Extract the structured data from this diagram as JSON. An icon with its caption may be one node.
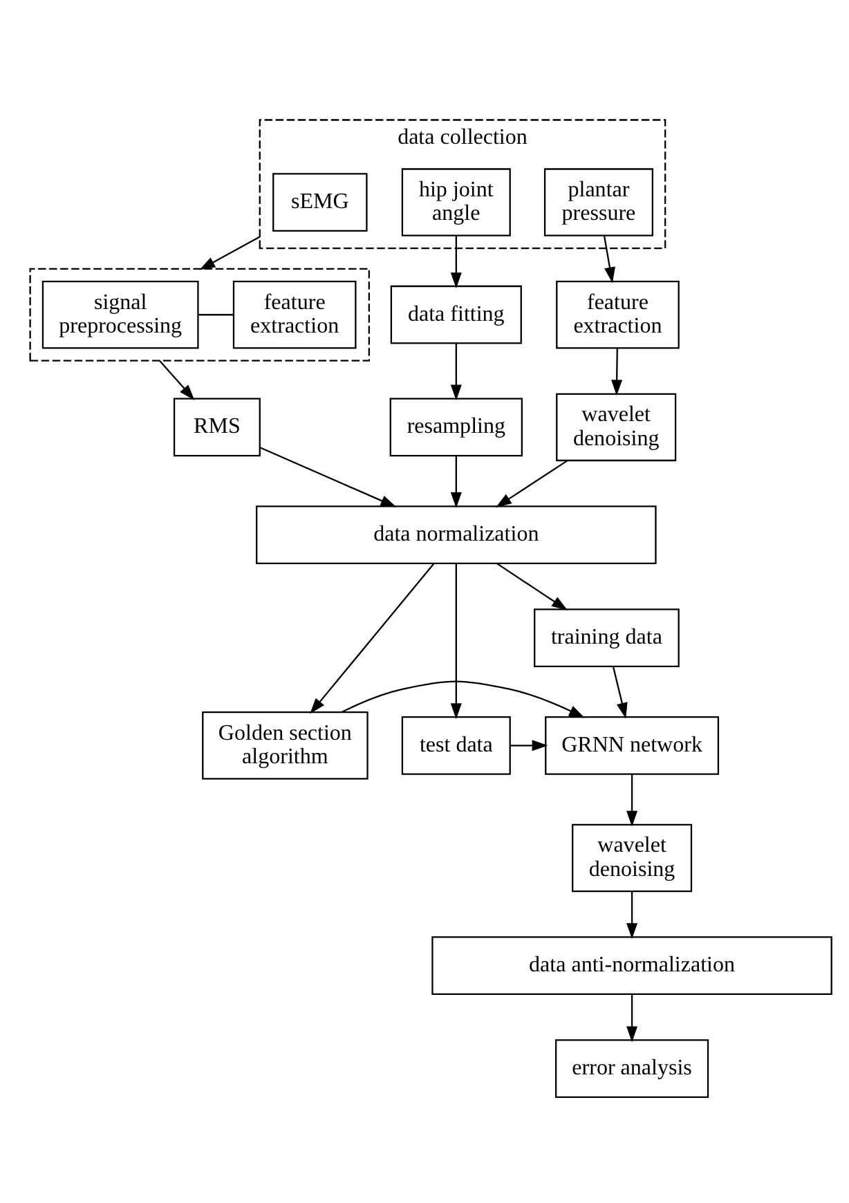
{
  "diagram": {
    "nodes": [
      {
        "text": [
          "data collection"
        ]
      },
      {
        "text": [
          "sEMG"
        ],
        "in": 0
      },
      {
        "text": [
          "hip joint angle"
        ],
        "in": 0
      },
      {
        "text": [
          "plantar pressure"
        ],
        "in": 0
      },
      {
        "text": [],
        "shape": "box"
      },
      {
        "text": [
          "signal preprocessing"
        ],
        "in": 4
      },
      {
        "text": [
          "feature extraction"
        ],
        "in": 4
      },
      {
        "text": [
          "data fitting"
        ]
      },
      {
        "text": [
          "feature extraction"
        ]
      },
      {
        "text": [
          "RMS"
        ]
      },
      {
        "text": [
          "resampling"
        ]
      },
      {
        "text": [
          "wavelet denoising"
        ]
      },
      {
        "text": [
          "data normalization"
        ]
      },
      {
        "text": [
          "training data"
        ]
      },
      {
        "text": [
          "Golden section algorithm"
        ]
      },
      {
        "text": [
          "GRNN network"
        ]
      },
      {
        "text": [
          "test data"
        ]
      },
      {
        "text": [
          "wavelet denoising"
        ]
      },
      {
        "text": [
          "data anti-normalization"
        ]
      },
      {
        "text": [
          "error analysis"
        ]
      }
    ],
    "edges": [
      {
        "from": 0,
        "to": 4,
        "arrow": "to"
      },
      {
        "from": 2,
        "to": 7,
        "arrow": "to"
      },
      {
        "from": 3,
        "to": 8,
        "arrow": "to"
      },
      {
        "from": 5,
        "to": 6,
        "arrow": "none"
      },
      {
        "from": 4,
        "to": 9,
        "arrow": "to"
      },
      {
        "from": 7,
        "to": 10,
        "arrow": "to"
      },
      {
        "from": 8,
        "to": 11,
        "arrow": "to"
      },
      {
        "from": 9,
        "to": 12,
        "arrow": "to"
      },
      {
        "from": 10,
        "to": 12,
        "arrow": "to"
      },
      {
        "from": 11,
        "to": 12,
        "arrow": "to"
      },
      {
        "from": 12,
        "to": 14,
        "arrow": "to"
      },
      {
        "from": 12,
        "to": 13,
        "arrow": "to"
      },
      {
        "from": 12,
        "to": 16,
        "arrow": "to"
      },
      {
        "from": 13,
        "to": 15,
        "arrow": "to"
      },
      {
        "from": 14,
        "to": 15,
        "arrow": "to"
      },
      {
        "from": 16,
        "to": 15,
        "arrow": "to"
      },
      {
        "from": 15,
        "to": 17,
        "arrow": "to"
      },
      {
        "from": 17,
        "to": 18,
        "arrow": "to"
      },
      {
        "from": 18,
        "to": 19,
        "arrow": "to"
      }
    ]
  }
}
